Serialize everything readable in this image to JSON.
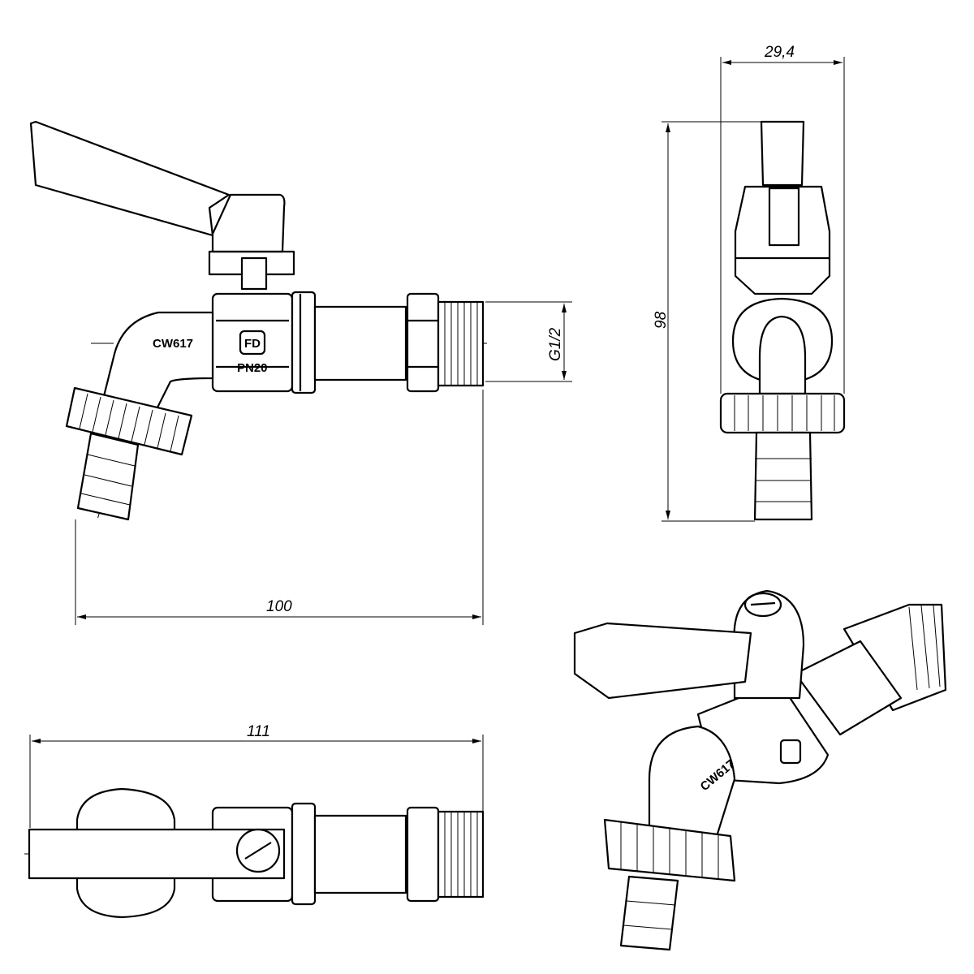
{
  "dimensions": {
    "width_top": "29,4",
    "height_side": "98",
    "length_front": "100",
    "length_bottom": "111",
    "thread": "G1/2"
  },
  "markings": {
    "material": "CW617",
    "pressure": "PN20",
    "logo": "FD"
  }
}
